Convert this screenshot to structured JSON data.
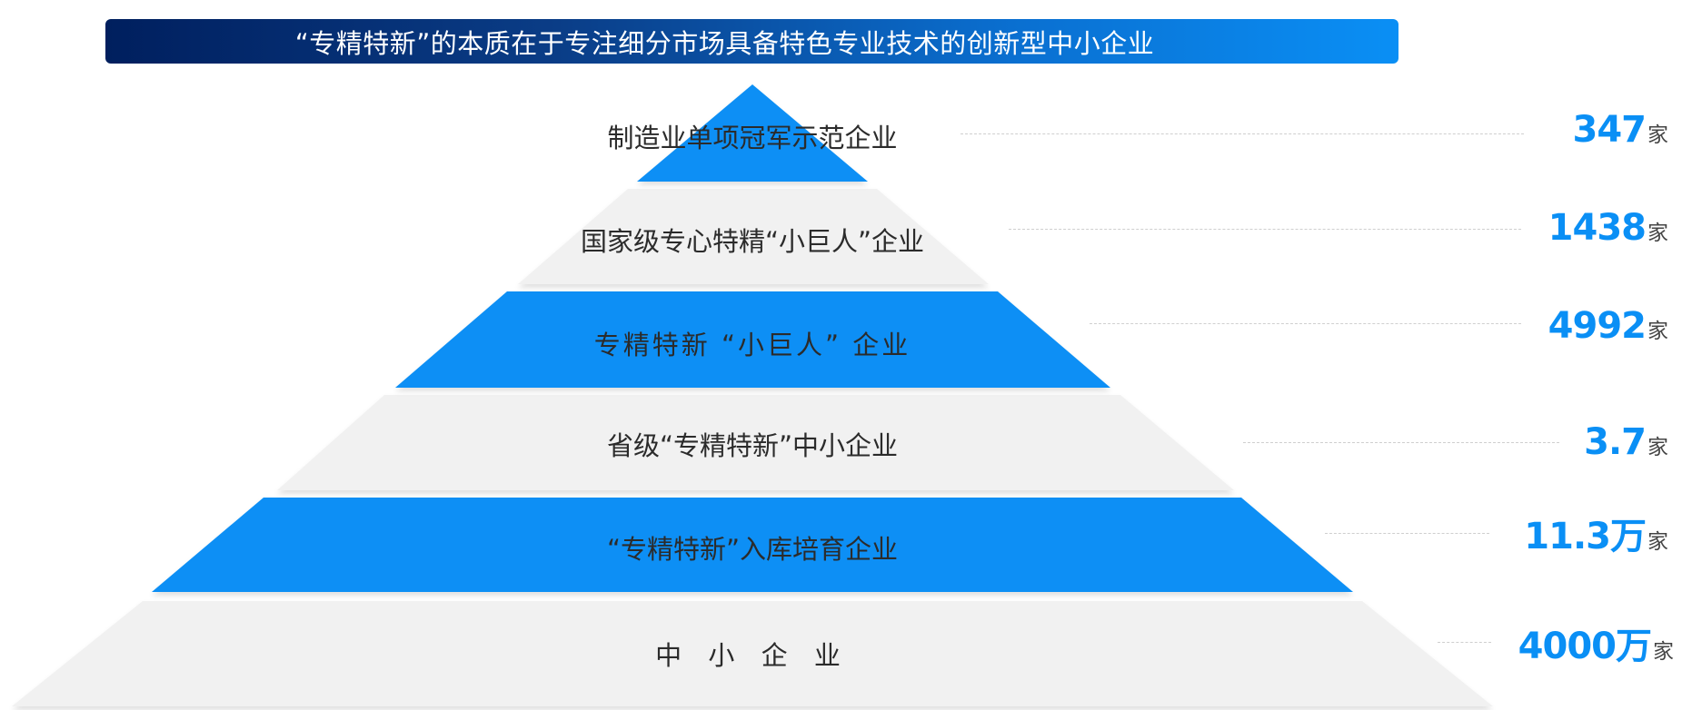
{
  "title": "“专精特新”的本质在于专注细分市场具备特色专业技术的创新型中小企业",
  "colors": {
    "blue_layer": "#0a8ff5",
    "gray_layer": "#f1f1f1",
    "title_gradient_start": "#001f5e",
    "title_gradient_end": "#0a8ff5",
    "value_text": "#0a8ff5",
    "dash_line": "#cfcfcf"
  },
  "layers": [
    {
      "label": "制造业单项冠军示范企业",
      "value": "347",
      "unit": "家",
      "fill": "blue"
    },
    {
      "label": "国家级专心特精“小巨人”企业",
      "value": "1438",
      "unit": "家",
      "fill": "gray"
    },
    {
      "label": "专精特新 “小巨人” 企业",
      "value": "4992",
      "unit": "家",
      "fill": "blue"
    },
    {
      "label": "省级“专精特新”中小企业",
      "value": "3.7",
      "unit": "家",
      "fill": "gray"
    },
    {
      "label": "“专精特新”入库培育企业",
      "value": "11.3万",
      "unit": "家",
      "fill": "blue"
    },
    {
      "label": "中 小 企 业",
      "value": "4000万",
      "unit": "家",
      "fill": "gray"
    }
  ],
  "chart_data": {
    "type": "pyramid",
    "title": "“专精特新”的本质在于专注细分市场具备特色专业技术的创新型中小企业",
    "categories": [
      "制造业单项冠军示范企业",
      "国家级专心特精“小巨人”企业",
      "专精特新“小巨人”企业",
      "省级“专精特新”中小企业",
      "“专精特新”入库培育企业",
      "中小企业"
    ],
    "value_labels": [
      "347家",
      "1438家",
      "4992家",
      "3.7家",
      "11.3万家",
      "4000万家"
    ],
    "values": [
      347,
      1438,
      4992,
      3.7,
      113000,
      40000000
    ],
    "order": "top-to-bottom"
  }
}
